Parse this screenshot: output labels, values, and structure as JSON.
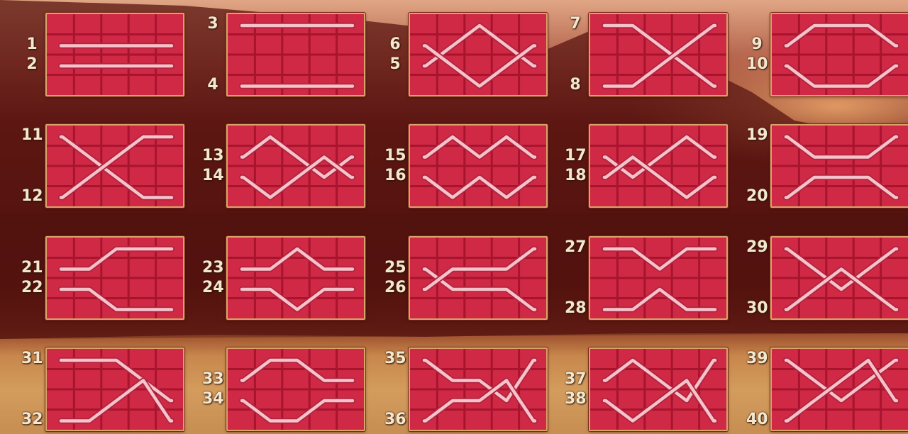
{
  "colors": {
    "cell": "#cf2945",
    "grid": "#a8142e",
    "border": "#d9a36a",
    "line": "#f6c3cb",
    "line_edge": "#b0243f",
    "label": "#f3e8cf"
  },
  "paylines": [
    {
      "label": "1",
      "rows": [
        1,
        1,
        1,
        1,
        1
      ]
    },
    {
      "label": "2",
      "rows": [
        2,
        2,
        2,
        2,
        2
      ]
    },
    {
      "label": "3",
      "rows": [
        0,
        0,
        0,
        0,
        0
      ]
    },
    {
      "label": "4",
      "rows": [
        3,
        3,
        3,
        3,
        3
      ]
    },
    {
      "label": "5",
      "rows": [
        2,
        1,
        0,
        1,
        2
      ]
    },
    {
      "label": "6",
      "rows": [
        1,
        2,
        3,
        2,
        1
      ]
    },
    {
      "label": "7",
      "rows": [
        0,
        0,
        1,
        2,
        3
      ]
    },
    {
      "label": "8",
      "rows": [
        3,
        3,
        2,
        1,
        0
      ]
    },
    {
      "label": "9",
      "rows": [
        1,
        0,
        0,
        0,
        1
      ]
    },
    {
      "label": "10",
      "rows": [
        2,
        3,
        3,
        3,
        2
      ]
    },
    {
      "label": "11",
      "rows": [
        0,
        1,
        2,
        3,
        3
      ]
    },
    {
      "label": "12",
      "rows": [
        3,
        2,
        1,
        0,
        0
      ]
    },
    {
      "label": "13",
      "rows": [
        1,
        0,
        1,
        2,
        1
      ]
    },
    {
      "label": "14",
      "rows": [
        2,
        3,
        2,
        1,
        2
      ]
    },
    {
      "label": "15",
      "rows": [
        1,
        0,
        1,
        0,
        1
      ]
    },
    {
      "label": "16",
      "rows": [
        2,
        3,
        2,
        3,
        2
      ]
    },
    {
      "label": "17",
      "rows": [
        1,
        2,
        1,
        0,
        1
      ]
    },
    {
      "label": "18",
      "rows": [
        2,
        1,
        2,
        3,
        2
      ]
    },
    {
      "label": "19",
      "rows": [
        0,
        1,
        1,
        1,
        0
      ]
    },
    {
      "label": "20",
      "rows": [
        3,
        2,
        2,
        2,
        3
      ]
    },
    {
      "label": "21",
      "rows": [
        1,
        1,
        0,
        0,
        0
      ]
    },
    {
      "label": "22",
      "rows": [
        2,
        2,
        3,
        3,
        3
      ]
    },
    {
      "label": "23",
      "rows": [
        1,
        1,
        0,
        1,
        1
      ]
    },
    {
      "label": "24",
      "rows": [
        2,
        2,
        3,
        2,
        2
      ]
    },
    {
      "label": "25",
      "rows": [
        1,
        2,
        2,
        2,
        3
      ]
    },
    {
      "label": "26",
      "rows": [
        2,
        1,
        1,
        1,
        0
      ]
    },
    {
      "label": "27",
      "rows": [
        0,
        0,
        1,
        0,
        0
      ]
    },
    {
      "label": "28",
      "rows": [
        3,
        3,
        2,
        3,
        3
      ]
    },
    {
      "label": "29",
      "rows": [
        0,
        1,
        2,
        1,
        0
      ]
    },
    {
      "label": "30",
      "rows": [
        3,
        2,
        1,
        2,
        3
      ]
    },
    {
      "label": "31",
      "rows": [
        0,
        0,
        0,
        1,
        2
      ]
    },
    {
      "label": "32",
      "rows": [
        3,
        3,
        2,
        1,
        3
      ]
    },
    {
      "label": "33",
      "rows": [
        1,
        0,
        0,
        1,
        1
      ]
    },
    {
      "label": "34",
      "rows": [
        2,
        3,
        3,
        2,
        2
      ]
    },
    {
      "label": "35",
      "rows": [
        0,
        1,
        1,
        2,
        0
      ]
    },
    {
      "label": "36",
      "rows": [
        3,
        2,
        2,
        1,
        3
      ]
    },
    {
      "label": "37",
      "rows": [
        1,
        0,
        1,
        2,
        0
      ]
    },
    {
      "label": "38",
      "rows": [
        2,
        3,
        2,
        1,
        3
      ]
    },
    {
      "label": "39",
      "rows": [
        0,
        1,
        2,
        1,
        0
      ]
    },
    {
      "label": "40",
      "rows": [
        3,
        2,
        1,
        0,
        2
      ]
    }
  ]
}
